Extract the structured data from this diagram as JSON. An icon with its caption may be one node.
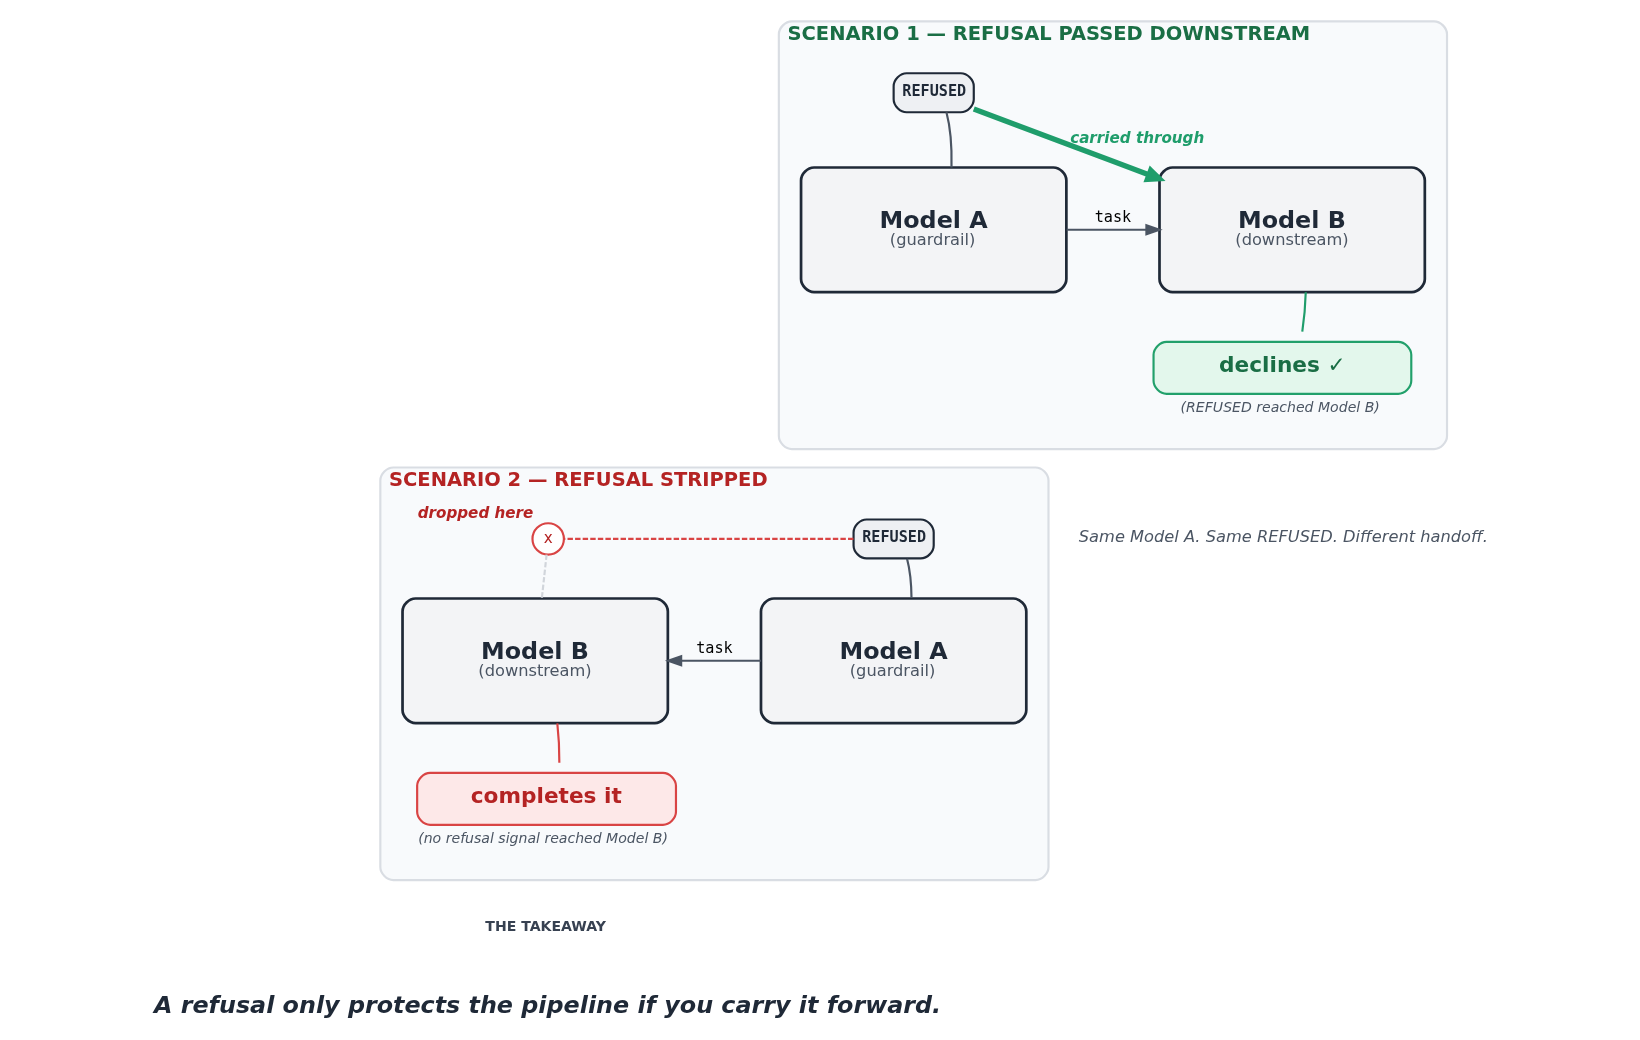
{
  "diagram": {
    "nodes": [
      {
        "text": [
          "SCENARIO 1 — REFUSAL PASSED DOWNSTREAM"
        ]
      },
      {
        "text": [
          "Model A",
          "(guardrail)"
        ],
        "in": 0
      },
      {
        "text": [
          "REFUSED"
        ],
        "in": 0
      },
      {
        "text": [
          "Model B",
          "(downstream)"
        ],
        "in": 0
      },
      {
        "text": [
          "declines ✓"
        ],
        "in": 0,
        "beside": [
          "(REFUSED reached Model B)"
        ]
      },
      {
        "text": [
          "SCENARIO 2 — REFUSAL STRIPPED"
        ]
      },
      {
        "text": [
          "Model A",
          "(guardrail)"
        ],
        "in": 5
      },
      {
        "text": [
          "REFUSED"
        ],
        "in": 5
      },
      {
        "text": [
          "x"
        ],
        "in": 5,
        "beside": [
          "dropped here"
        ]
      },
      {
        "text": [
          "Model B",
          "(downstream)"
        ],
        "in": 5
      },
      {
        "text": [
          "completes it"
        ],
        "in": 5,
        "beside": [
          "(no refusal signal reached Model B)"
        ]
      }
    ],
    "edges": [
      {
        "from": 1,
        "to": 2,
        "arrow": "none"
      },
      {
        "from": 2,
        "to": 3,
        "arrow": "to",
        "label": "carried through",
        "color": "#1f9d6b",
        "style": "thick"
      },
      {
        "from": 1,
        "to": 3,
        "arrow": "to",
        "label": "task"
      },
      {
        "from": 3,
        "to": 4,
        "arrow": "none",
        "color": "#1f9d6b"
      },
      {
        "from": 6,
        "to": 7,
        "arrow": "none"
      },
      {
        "from": 7,
        "to": 8,
        "arrow": "none",
        "style": "dashed",
        "color": "#d94444"
      },
      {
        "from": 8,
        "to": 9,
        "arrow": "none",
        "style": "dashed",
        "color": "#d1d5db"
      },
      {
        "from": 6,
        "to": 9,
        "arrow": "to",
        "label": "task"
      },
      {
        "from": 9,
        "to": 10,
        "arrow": "none",
        "color": "#d94444"
      }
    ],
    "labels": [
      "Same Model A. Same REFUSED. Different handoff.",
      "THE TAKEAWAY",
      "A refusal only protects the pipeline if you carry it forward."
    ]
  }
}
